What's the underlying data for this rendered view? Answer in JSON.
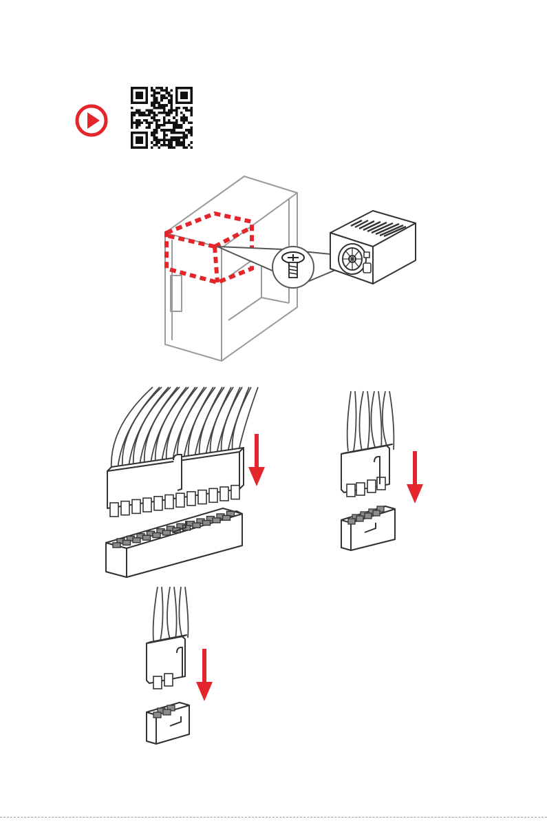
{
  "page": {
    "background": "#ffffff"
  },
  "colors": {
    "accent_red": "#e3262c",
    "line_gray": "#555555",
    "case_gray": "#9a9a9a",
    "pin_gray": "#8c8c8c",
    "dark": "#222222"
  },
  "icons": {
    "video": "play-icon",
    "qr": "qr-code",
    "case": "pc-case-illustration",
    "screw": "screw-icon",
    "psu": "power-supply-illustration",
    "atx24": "atx-24pin-connector",
    "cpu8": "cpu-8pin-connector",
    "pcie6": "pcie-6pin-connector",
    "arrow": "arrow-down-icon"
  }
}
